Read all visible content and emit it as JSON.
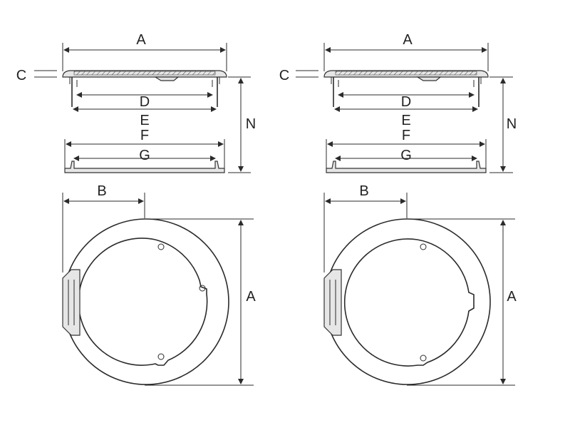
{
  "labels": {
    "a": "A",
    "b": "B",
    "c": "C",
    "d": "D",
    "e": "E",
    "f": "F",
    "g": "G",
    "n": "N"
  },
  "colors": {
    "ink": "#2b2b2b",
    "part_fill": "#e6e6e6",
    "background": "#ffffff"
  }
}
